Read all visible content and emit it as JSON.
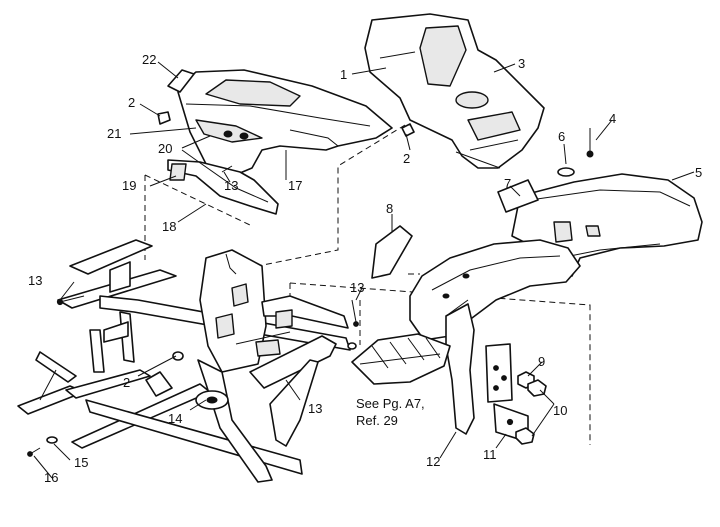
{
  "diagram": {
    "callouts": [
      "1",
      "2",
      "3",
      "4",
      "5",
      "6",
      "7",
      "8",
      "9",
      "10",
      "11",
      "12",
      "13",
      "14",
      "15",
      "16",
      "17",
      "18",
      "19",
      "20",
      "21",
      "22"
    ],
    "labels": {
      "c1": "1",
      "c2a": "2",
      "c2b": "2",
      "c2c": "2",
      "c3": "3",
      "c4": "4",
      "c5": "5",
      "c6": "6",
      "c7": "7",
      "c8": "8",
      "c9": "9",
      "c10": "10",
      "c11": "11",
      "c12": "12",
      "c13a": "13",
      "c13b": "13",
      "c13c": "13",
      "c13d": "13",
      "c14": "14",
      "c15": "15",
      "c16": "16",
      "c17": "17",
      "c18": "18",
      "c19": "19",
      "c20": "20",
      "c21": "21",
      "c22": "22"
    },
    "note_line1": "See Pg. A7,",
    "note_line2": "Ref. 29"
  }
}
